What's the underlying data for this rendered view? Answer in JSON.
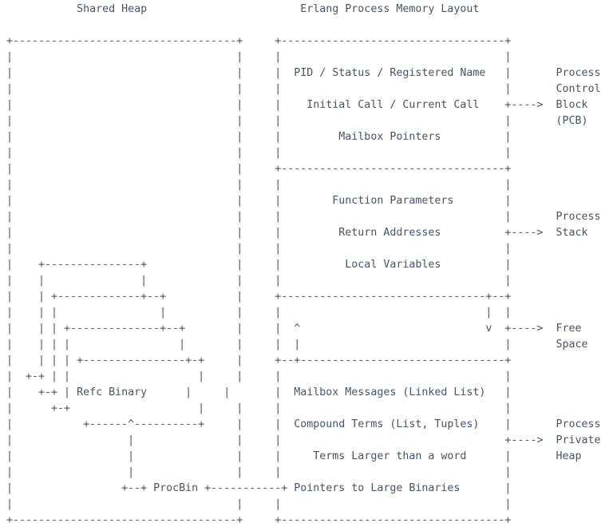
{
  "page": {
    "background": "#ffffff",
    "text_color": "#475569"
  },
  "titles": {
    "left": "Shared Heap",
    "right": "Erlang Process Memory Layout"
  },
  "sections": {
    "pcb": {
      "label": "Process Control Block (PCB)",
      "rows": [
        "PID / Status / Registered Name",
        "Initial Call / Current Call",
        "Mailbox Pointers"
      ]
    },
    "stack": {
      "label": "Process Stack",
      "rows": [
        "Function Parameters",
        "Return Addresses",
        "Local Variables"
      ]
    },
    "free_space": {
      "label": "Free Space"
    },
    "private_heap": {
      "label": "Process Private Heap",
      "rows": [
        "Mailbox Messages (Linked List)",
        "Compound Terms (List, Tuples)",
        "Terms Larger than a word",
        "Pointers to Large Binaries"
      ]
    },
    "shared_heap": {
      "labels": [
        "Refc Binary",
        "ProcBin"
      ]
    }
  },
  "diagram": {
    "lines": [
      "            Shared Heap                        Erlang Process Memory Layout",
      "",
      " +-----------------------------------+     +-----------------------------------+",
      " |                                   |     |                                   |",
      " |                                   |     |  PID / Status / Registered Name   |       Process",
      " |                                   |     |                                   |       Control",
      " |                                   |     |    Initial Call / Current Call    +---->  Block",
      " |                                   |     |                                   |       (PCB)",
      " |                                   |     |         Mailbox Pointers          |",
      " |                                   |     |                                   |",
      " |                                   |     +-----------------------------------+",
      " |                                   |     |                                   |",
      " |                                   |     |        Function Parameters        |",
      " |                                   |     |                                   |       Process",
      " |                                   |     |         Return Addresses          +---->  Stack",
      " |                                   |     |                                   |",
      " |    +---------------+              |     |          Local Variables          |",
      " |    |               |              |     |                                   |",
      " |    | +-------------+--+           |     +--------------------------------+--+",
      " |    | |                |           |     |                                |  |",
      " |    | | +--------------+--+        |     |  ^                             v  +---->  Free",
      " |    | | |                 |        |     |  |                                |       Space",
      " |    | | | +----------------+-+     |     +--+--------------------------------+",
      " |  +-+ | |                    |     |     |                                   |",
      " |    +-+ | Refc Binary      |     |       |  Mailbox Messages (Linked List)   |",
      " |      +-+                    |     |     |                                   |",
      " |           +------^----------+     |     |  Compound Terms (List, Tuples)    |       Process",
      " |                  |                |     |                                   +---->  Private",
      " |                  |                |     |     Terms Larger than a word      |       Heap",
      " |                  |                |     |                                   |",
      " |                 +--+ ProcBin +-----------+ Pointers to Large Binaries       |",
      " |                                   |     |                                   |",
      " +-----------------------------------+     +-----------------------------------+"
    ]
  }
}
